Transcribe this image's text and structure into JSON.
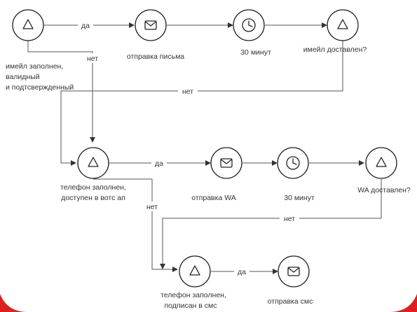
{
  "colors": {
    "background": "#ffffff",
    "line": "#555555",
    "node_stroke": "#222222",
    "text": "#333333",
    "accent_bottom": "#e0201c"
  },
  "nodes": {
    "gate_email": {
      "icon": "gateway-triangle-icon",
      "label_lines": [
        "имейл заполнен,",
        "валидный",
        "и подтсвержденный"
      ]
    },
    "send_email": {
      "icon": "envelope-icon",
      "label": "отправка письма"
    },
    "timer_1": {
      "icon": "clock-icon",
      "label": "30 минут"
    },
    "gate_email_delivered": {
      "icon": "gateway-triangle-icon",
      "label": "имейл доставлен?"
    },
    "gate_phone_wa": {
      "icon": "gateway-triangle-icon",
      "label_lines": [
        "телефон заполнен,",
        "доступен в вотс ап"
      ]
    },
    "send_wa": {
      "icon": "envelope-icon",
      "label": "отправка WA"
    },
    "timer_2": {
      "icon": "clock-icon",
      "label": "30 минут"
    },
    "gate_wa_delivered": {
      "icon": "gateway-triangle-icon",
      "label": "WA доставлен?"
    },
    "gate_phone_sms": {
      "icon": "gateway-triangle-icon",
      "label_lines": [
        "телефон заполнен,",
        "подписан в смс"
      ]
    },
    "send_sms": {
      "icon": "envelope-icon",
      "label": "отправка смс"
    }
  },
  "edges": {
    "yes_email": "да",
    "no_email": "нет",
    "no_email_delivered": "нет",
    "yes_wa": "да",
    "no_wa": "нет",
    "no_wa_delivered": "нет",
    "yes_sms": "да"
  }
}
